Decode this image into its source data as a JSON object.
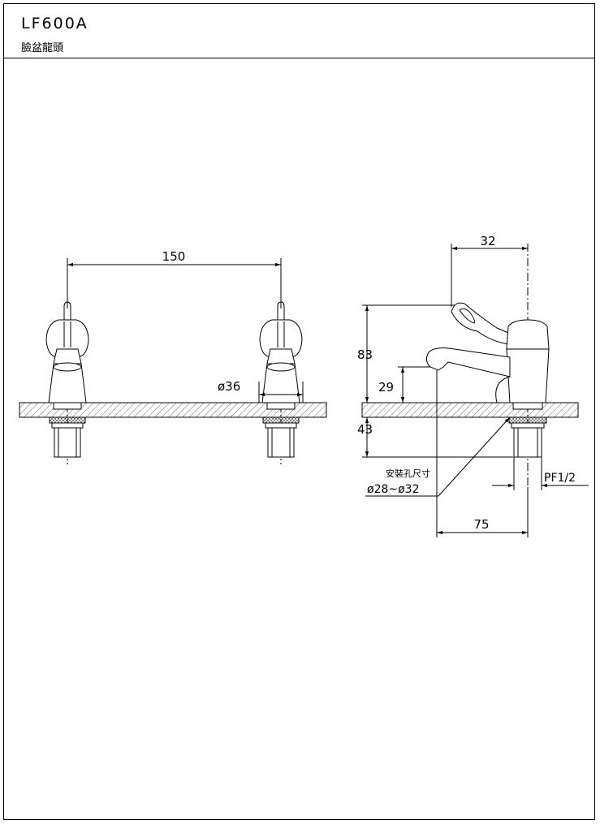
{
  "header": {
    "model": "LF600A",
    "subtitle": "臉盆龍頭"
  },
  "dimensions": {
    "spacing": "150",
    "base_diameter": "ø36",
    "handle_offset": "32",
    "total_height": "83",
    "spout_height": "29",
    "below_counter": "43",
    "thread": "PF1/2",
    "hole_label": "安裝孔尺寸",
    "hole_size": "ø28~ø32",
    "spout_reach": "75"
  }
}
